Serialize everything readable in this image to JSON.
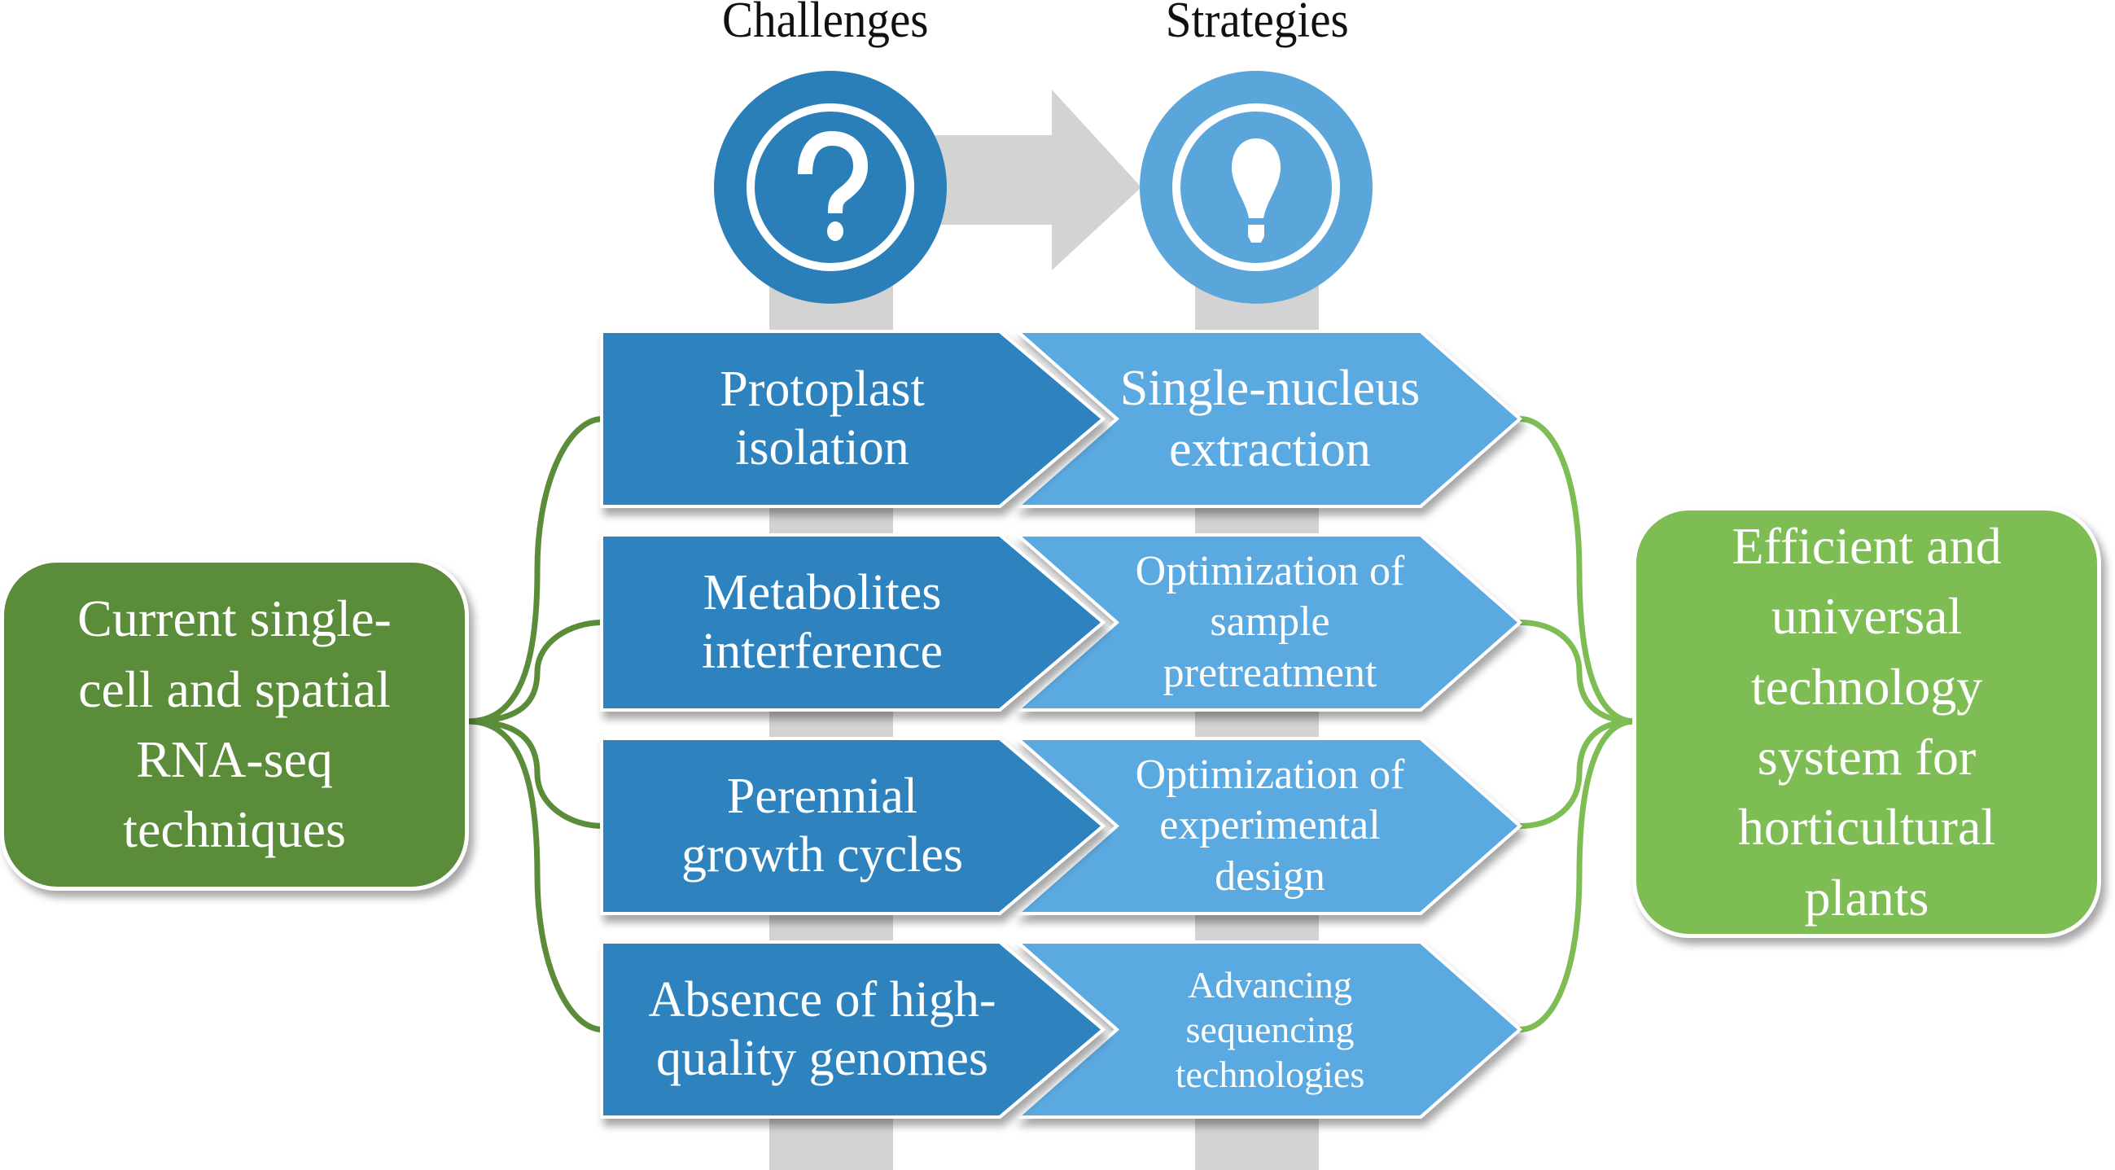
{
  "headings": {
    "challenges": "Challenges",
    "strategies": "Strategies"
  },
  "icons": {
    "challenges": "question-mark-icon",
    "strategies": "lightbulb-icon",
    "flow": "right-arrow-icon"
  },
  "colors": {
    "challenge_blue": "#2e83bf",
    "strategy_blue": "#5aa9e0",
    "source_green": "#5b8c3a",
    "target_green": "#7dbd54",
    "track_gray": "#d3d3d3"
  },
  "source": {
    "label": "Current single-\ncell and spatial\nRNA-seq\ntechniques"
  },
  "target": {
    "label": "Efficient and\nuniversal\ntechnology\nsystem for\nhorticultural\nplants"
  },
  "rows": [
    {
      "challenge": "Protoplast\nisolation",
      "strategy": "Single-nucleus\nextraction"
    },
    {
      "challenge": "Metabolites\ninterference",
      "strategy": "Optimization of\nsample\npretreatment"
    },
    {
      "challenge": "Perennial\ngrowth cycles",
      "strategy": "Optimization of\nexperimental\ndesign"
    },
    {
      "challenge": "Absence of high-\nquality genomes",
      "strategy": "Advancing\nsequencing\ntechnologies"
    }
  ]
}
